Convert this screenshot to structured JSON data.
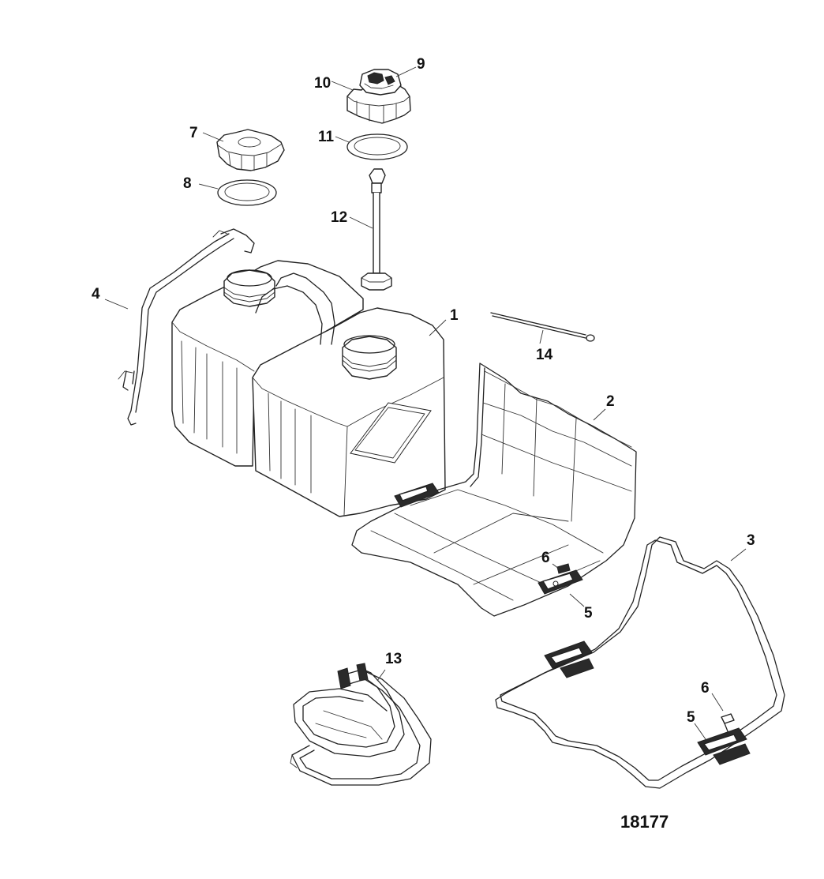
{
  "figure_number": "18177",
  "callouts": {
    "c1": "1",
    "c2": "2",
    "c3": "3",
    "c4": "4",
    "c5a": "5",
    "c5b": "5",
    "c6a": "6",
    "c6b": "6",
    "c7": "7",
    "c8": "8",
    "c9": "9",
    "c10": "10",
    "c11": "11",
    "c12": "12",
    "c13": "13",
    "c14": "14"
  }
}
